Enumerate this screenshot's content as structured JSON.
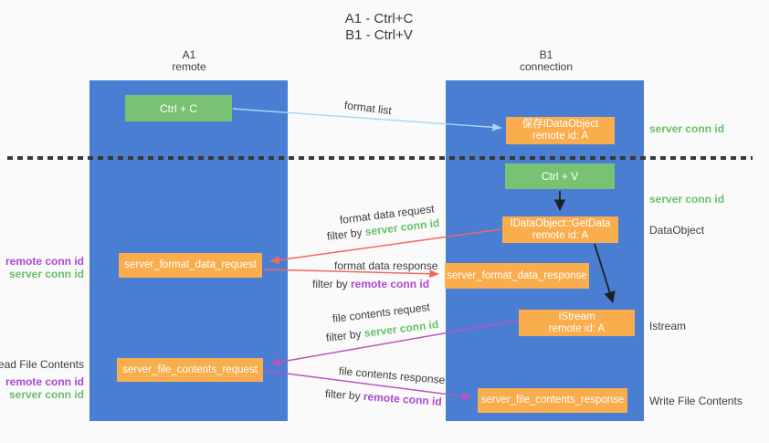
{
  "title": {
    "line1": "A1 - Ctrl+C",
    "line2": "B1 - Ctrl+V"
  },
  "columns": {
    "left": {
      "header_line1": "A1",
      "header_line2": "remote"
    },
    "right": {
      "header_line1": "B1",
      "header_line2": "connection"
    }
  },
  "boxes": {
    "ctrl_c": {
      "label": "Ctrl + C"
    },
    "save_dataobject": {
      "line1": "保存IDataObject",
      "line2": "remote id: A"
    },
    "ctrl_v": {
      "label": "Ctrl + V"
    },
    "getdata": {
      "line1": "IDataObject::GetData",
      "line2": "remote id: A"
    },
    "format_request": {
      "label": "server_format_data_request"
    },
    "format_response": {
      "label": "server_format_data_response"
    },
    "istream": {
      "line1": "IStream",
      "line2": "remote id: A"
    },
    "file_request": {
      "label": "server_file_contents_request"
    },
    "file_response": {
      "label": "server_file_contents_response"
    }
  },
  "arrow_labels": {
    "format_list": "format list",
    "format_data_request": "format data request",
    "format_data_request_filter_prefix": "filter by ",
    "format_data_request_filter_value": "server conn id",
    "format_data_response": "format data response",
    "format_data_response_filter_prefix": "filter by ",
    "format_data_response_filter_value": "remote conn id",
    "file_contents_request": "file contents request",
    "file_contents_request_filter_prefix": "filter by ",
    "file_contents_request_filter_value": "server conn id",
    "file_contents_response": "file contents response",
    "file_contents_response_filter_prefix": "filter by ",
    "file_contents_response_filter_value": "remote conn id"
  },
  "side_annotations": {
    "right": [
      {
        "text": "server conn id",
        "color": "green"
      },
      {
        "text": "server conn id",
        "color": "green"
      },
      {
        "text": "DataObject",
        "color": "gray"
      },
      {
        "text": "Istream",
        "color": "gray"
      },
      {
        "text": "Write File Contents",
        "color": "gray"
      }
    ],
    "left": [
      {
        "text": "remote conn id",
        "color": "purple"
      },
      {
        "text": "server conn id",
        "color": "green"
      },
      {
        "text": "Read File Contents",
        "color": "gray"
      },
      {
        "text": "remote conn id",
        "color": "purple"
      },
      {
        "text": "server conn id",
        "color": "green"
      }
    ]
  },
  "colors": {
    "column-blue": "#4a7ed2",
    "box-orange": "#f9ad4d",
    "box-green": "#79c274",
    "arrow-salmon": "#f2685c",
    "arrow-magenta": "#bd53c3",
    "arrow-blue": "#a9d5f3",
    "arrow-black": "#1f1f1f",
    "text-green": "#6abf69",
    "text-purple": "#ab47d1",
    "text-gray": "#3c3c3c"
  }
}
